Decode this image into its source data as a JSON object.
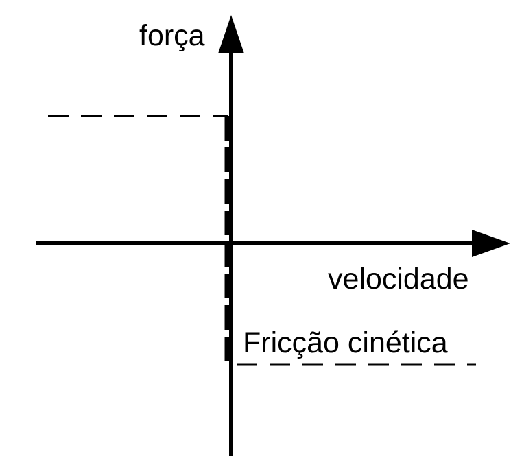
{
  "diagram": {
    "y_axis_label": "força",
    "x_axis_label": "velocidade",
    "curve_label": "Fricção cinética",
    "colors": {
      "line": "#000000",
      "background": "#ffffff"
    },
    "line_styles": {
      "axes": "solid",
      "friction_curve": "dashed"
    }
  }
}
